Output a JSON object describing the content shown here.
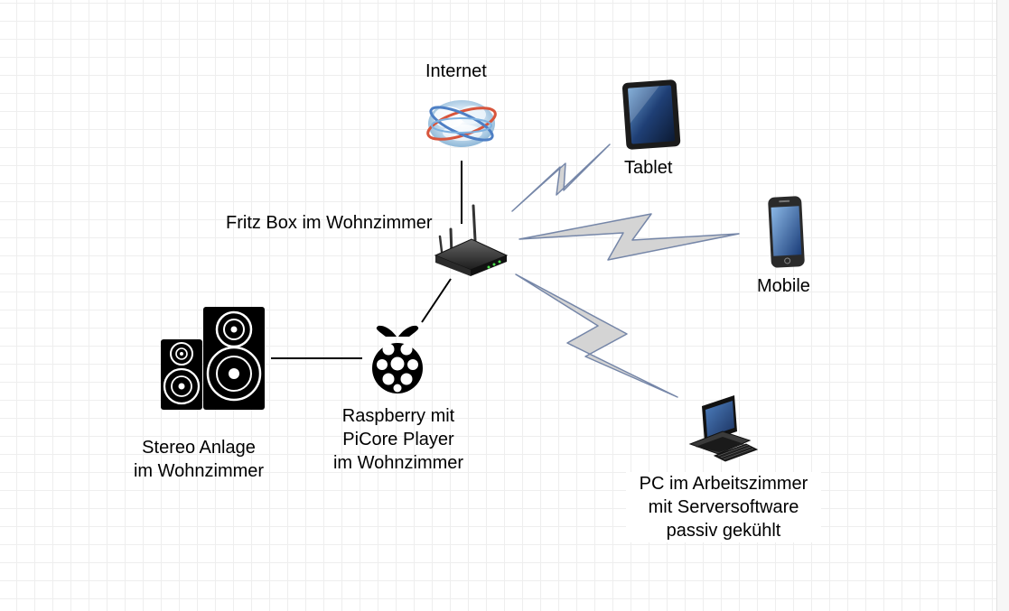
{
  "diagram": {
    "nodes": {
      "internet": {
        "label": "Internet",
        "icon": "globe-cloud-icon"
      },
      "router": {
        "label": "Fritz Box im Wohnzimmer",
        "icon": "router-icon"
      },
      "tablet": {
        "label": "Tablet",
        "icon": "tablet-icon"
      },
      "mobile": {
        "label": "Mobile",
        "icon": "smartphone-icon"
      },
      "stereo": {
        "lines": [
          "Stereo Anlage",
          "im Wohnzimmer"
        ],
        "icon": "speakers-icon"
      },
      "raspberry": {
        "lines": [
          "Raspberry mit",
          "PiCore Player",
          "im Wohnzimmer"
        ],
        "icon": "raspberry-pi-icon"
      },
      "pc": {
        "lines": [
          "PC im Arbeitszimmer",
          "mit Serversoftware",
          "passiv gekühlt"
        ],
        "icon": "desktop-computer-icon"
      }
    },
    "edges": [
      {
        "from": "internet",
        "to": "router",
        "type": "wired"
      },
      {
        "from": "router",
        "to": "raspberry",
        "type": "wired"
      },
      {
        "from": "raspberry",
        "to": "stereo",
        "type": "wired"
      },
      {
        "from": "router",
        "to": "tablet",
        "type": "wireless"
      },
      {
        "from": "router",
        "to": "mobile",
        "type": "wireless"
      },
      {
        "from": "router",
        "to": "pc",
        "type": "wireless"
      }
    ],
    "colors": {
      "wire": "#000000",
      "wireless_fill": "#d4d4d4",
      "wireless_stroke": "#7586a8",
      "grid": "#eeeeee"
    }
  }
}
